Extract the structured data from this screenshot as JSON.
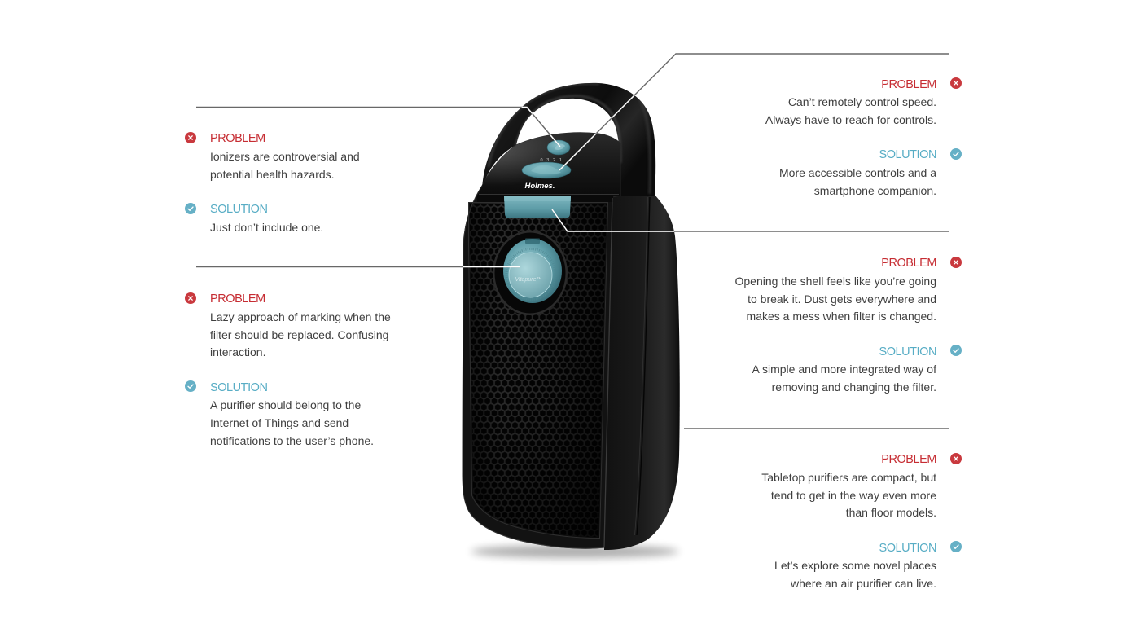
{
  "page": {
    "background": "#ffffff"
  },
  "colors": {
    "problem_title": "#c62d33",
    "solution_title": "#58adc5",
    "problem_icon": "#c9393e",
    "solution_icon": "#66b0c6",
    "body_text": "#3f3f3f",
    "leader_line": "#686868",
    "leader_line_on_product": "#ffffff",
    "product_accent": "#5e9da8"
  },
  "icons": {
    "problem": "x-circle-icon",
    "solution": "check-circle-icon"
  },
  "product": {
    "brand_label": "Holmes.",
    "speed_labels": "0 3 2 1",
    "dial_label": "Vitapure™"
  },
  "callouts": {
    "left": [
      {
        "problem": {
          "title": "PROBLEM",
          "lines": [
            "Ionizers are controversial and",
            "potential health hazards."
          ]
        },
        "solution": {
          "title": "SOLUTION",
          "lines": [
            "Just don’t include one."
          ]
        }
      },
      {
        "problem": {
          "title": "PROBLEM",
          "lines": [
            "Lazy approach of marking when the",
            "filter should be replaced. Confusing",
            "interaction."
          ]
        },
        "solution": {
          "title": "SOLUTION",
          "lines": [
            "A purifier should belong to the",
            "Internet of Things and send",
            "notifications to the user’s phone."
          ]
        }
      }
    ],
    "right": [
      {
        "problem": {
          "title": "PROBLEM",
          "lines": [
            "Can’t remotely control speed.",
            "Always have to reach for controls."
          ]
        },
        "solution": {
          "title": "SOLUTION",
          "lines": [
            "More accessible controls and a",
            "smartphone companion."
          ]
        }
      },
      {
        "problem": {
          "title": "PROBLEM",
          "lines": [
            "Opening the shell feels like you’re going",
            "to break it. Dust gets everywhere and",
            "makes a mess when filter is changed."
          ]
        },
        "solution": {
          "title": "SOLUTION",
          "lines": [
            "A simple and more integrated way of",
            "removing and changing the filter."
          ]
        }
      },
      {
        "problem": {
          "title": "PROBLEM",
          "lines": [
            "Tabletop purifiers are compact, but",
            "tend to get in the way even more",
            "than floor models."
          ]
        },
        "solution": {
          "title": "SOLUTION",
          "lines": [
            "Let’s explore some novel places",
            "where an air purifier can live."
          ]
        }
      }
    ]
  }
}
